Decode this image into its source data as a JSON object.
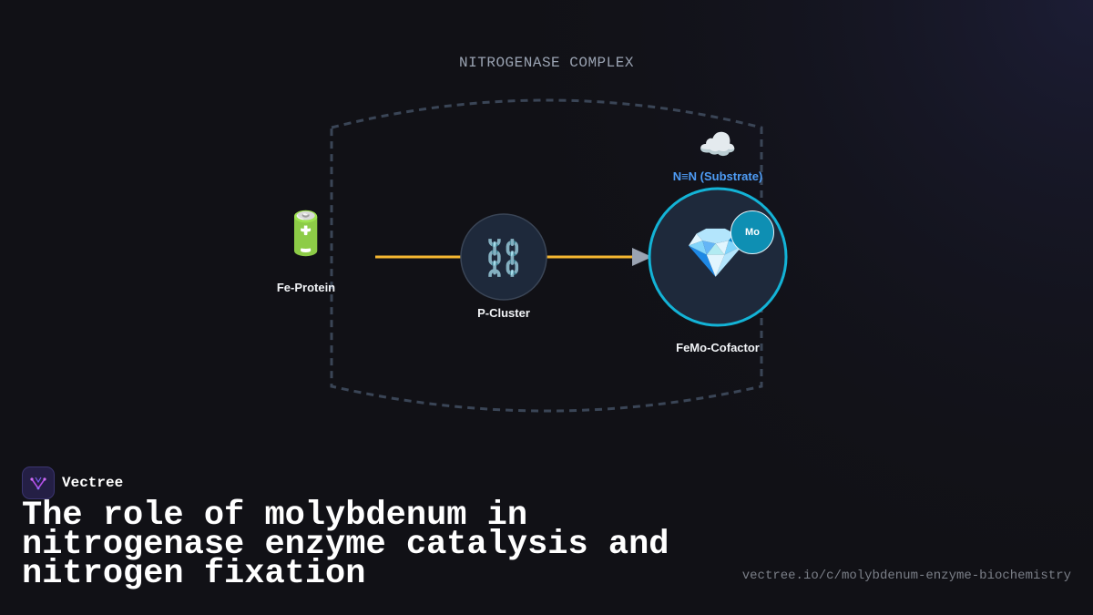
{
  "diagram": {
    "title": "NITROGENASE COMPLEX",
    "nodes": {
      "fe_protein": {
        "label": "Fe-Protein",
        "icon": "battery-icon"
      },
      "p_cluster": {
        "label": "P-Cluster",
        "icon": "chain-link-icon"
      },
      "femo_cofactor": {
        "label": "FeMo-Cofactor",
        "icon": "gem-icon",
        "badge": "Mo"
      },
      "substrate": {
        "label": "N≡N (Substrate)",
        "icon": "cloud-icon"
      }
    },
    "edges": [
      {
        "from": "Fe-Protein",
        "to": "P-Cluster"
      },
      {
        "from": "P-Cluster",
        "to": "FeMo-Cofactor"
      }
    ],
    "colors": {
      "edge": "#f5b731",
      "arrowhead": "#9aa3b2",
      "cofactor_ring": "#13b3d6",
      "mo_badge": "#0e8fb3",
      "substrate_label": "#4e9cf5",
      "boundary": "#3a4556"
    }
  },
  "brand": {
    "name": "Vectree",
    "logo_icon": "vectree-logo-icon"
  },
  "headline": "The role of molybdenum in nitrogenase enzyme catalysis and nitrogen fixation",
  "url": "vectree.io/c/molybdenum-enzyme-biochemistry"
}
